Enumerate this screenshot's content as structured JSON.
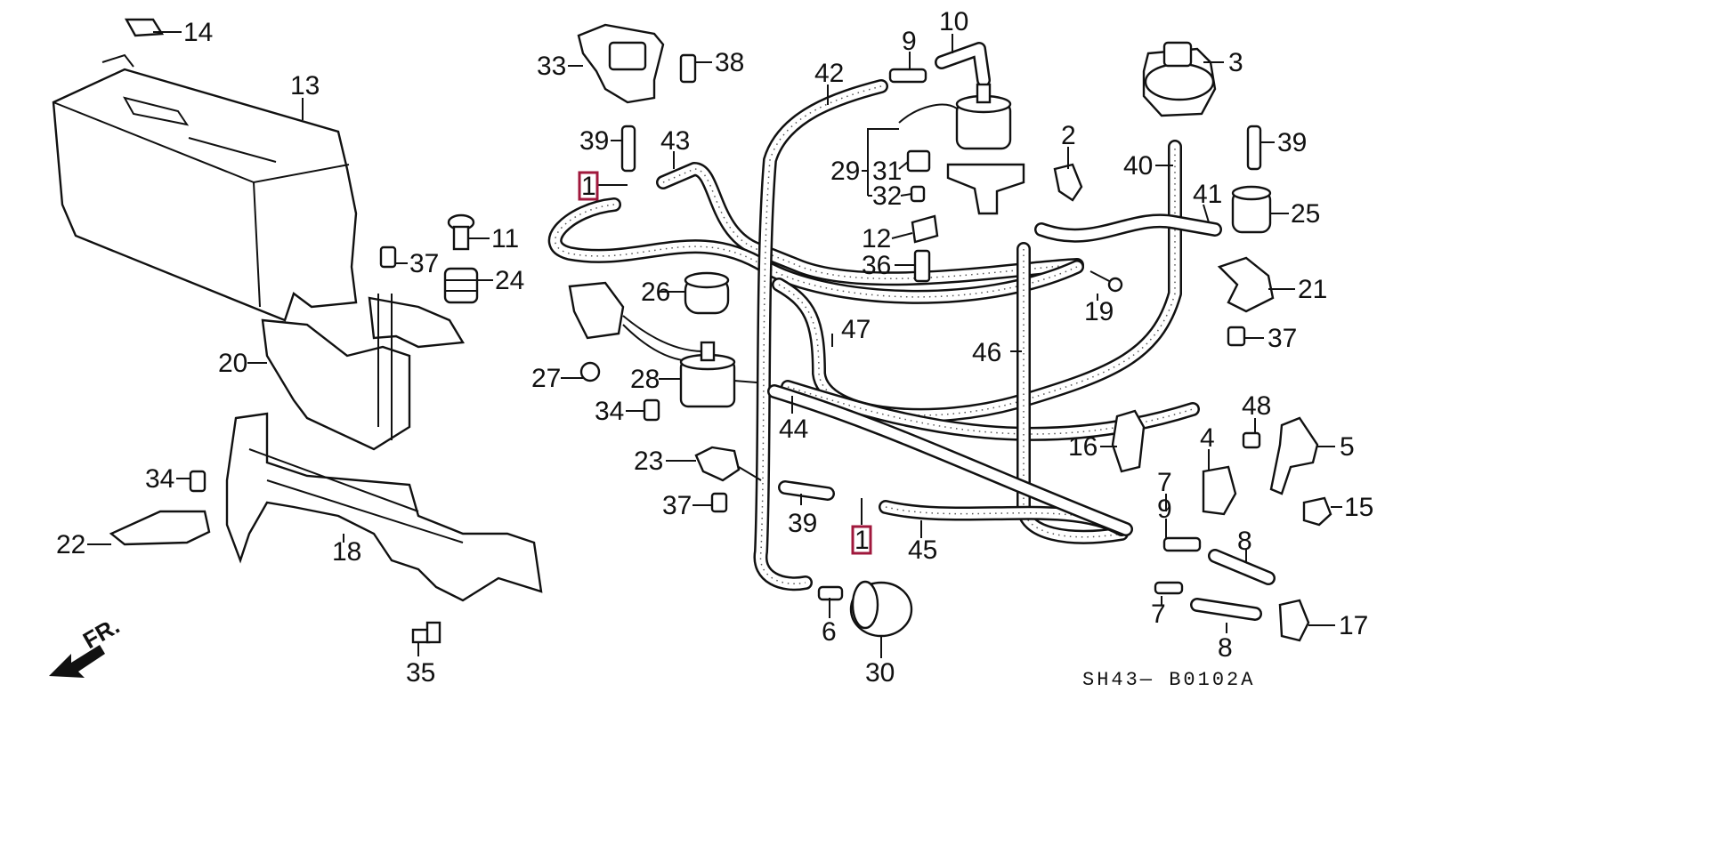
{
  "diagram": {
    "callouts": [
      "14",
      "13",
      "11",
      "37",
      "24",
      "20",
      "18",
      "34",
      "22",
      "35",
      "33",
      "38",
      "39",
      "43",
      "1",
      "26",
      "27",
      "28",
      "34",
      "23",
      "37",
      "42",
      "9",
      "10",
      "29",
      "31",
      "32",
      "12",
      "36",
      "47",
      "44",
      "39",
      "1",
      "45",
      "46",
      "19",
      "6",
      "30",
      "3",
      "2",
      "40",
      "39",
      "41",
      "25",
      "21",
      "37",
      "16",
      "48",
      "4",
      "5",
      "15",
      "7",
      "9",
      "8",
      "7",
      "8",
      "17"
    ],
    "direction_label": "FR.",
    "drawing_code": "SH43— B0102A",
    "highlight_color": "#a0183c"
  }
}
